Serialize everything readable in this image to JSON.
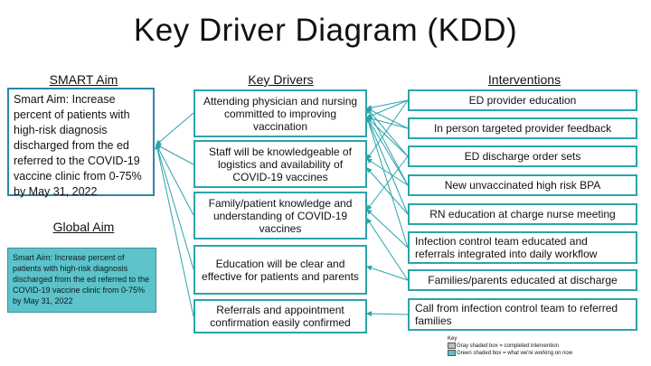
{
  "title": "Key Driver Diagram (KDD)",
  "headers": {
    "smart_aim": "SMART Aim",
    "key_drivers": "Key Drivers",
    "interventions": "Interventions",
    "global_aim": "Global Aim"
  },
  "smart_aim_text": "Smart Aim: Increase percent of patients with high-risk diagnosis discharged from the ed referred to the COVID-19 vaccine clinic from 0-75% by May 31, 2022",
  "global_aim_text": "Smart Aim: Increase percent of patients with high-risk diagnosis discharged from the ed referred to the COVID-19 vaccine clinic from 0-75% by May 31, 2022",
  "drivers": [
    "Attending physician and nursing committed to improving vaccination",
    "Staff will be knowledgeable of logistics and availability of COVID-19 vaccines",
    "Family/patient knowledge and understanding of COVID-19 vaccines",
    "Education will be clear and effective for patients and parents",
    "Referrals and appointment confirmation easily confirmed"
  ],
  "interventions": [
    "ED provider education",
    "In person targeted provider feedback",
    "ED discharge order sets",
    "New unvaccinated high risk BPA",
    "RN education at charge nurse meeting",
    "Infection control team educated and referrals integrated into daily workflow",
    "Families/parents educated at discharge",
    "Call from infection control team to referred families"
  ],
  "key": {
    "title": "Key",
    "gray": "Gray shaded box = completed intervention",
    "green": "Green shaded box = what we're working on now"
  },
  "colors": {
    "box_border": "#2ba4ab",
    "arrow": "#2ba4ab",
    "global_fill": "#5bc3c9",
    "key_gray": "#bfbfbf",
    "key_green": "#5bc3c9"
  }
}
